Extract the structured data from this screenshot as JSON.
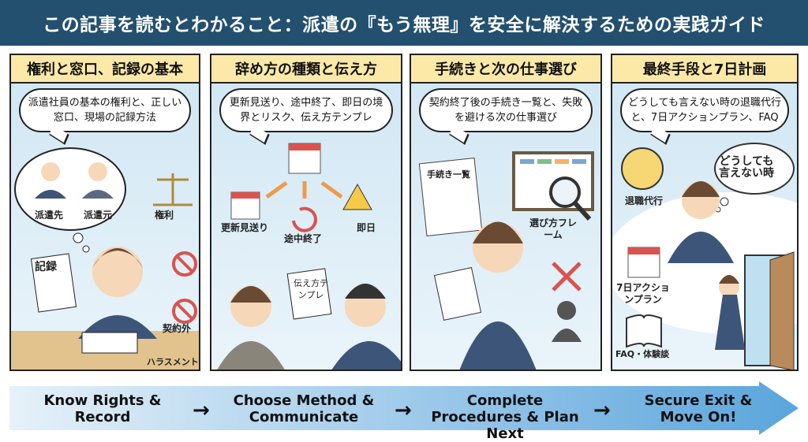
{
  "header": {
    "title": "この記事を読むとわかること：派遣の『もう無理』を安全に解決するための実践ガイド"
  },
  "panels": [
    {
      "title": "権利と窓口、記録の基本",
      "bubble": "派遣社員の基本の権利と、正しい窓口、現場の記録方法",
      "labels": {
        "client": "派遣先",
        "agency": "派遣元",
        "rights": "権利",
        "record": "記録",
        "out_of_contract": "契約外",
        "harassment": "ハラスメント"
      }
    },
    {
      "title": "辞め方の種類と伝え方",
      "bubble": "更新見送り、途中終了、即日の境界とリスク、伝え方テンプレ",
      "labels": {
        "non_renewal": "更新見送り",
        "midway": "途中終了",
        "same_day": "即日",
        "template": "伝え方テンプレ"
      }
    },
    {
      "title": "手続きと次の仕事選び",
      "bubble": "契約終了後の手続き一覧と、失敗を避ける次の仕事選び",
      "labels": {
        "checklist": "手続き一覧",
        "framework": "選び方フレーム"
      }
    },
    {
      "title": "最終手段と7日計画",
      "bubble": "どうしても言えない時の退職代行と、7日アクションプラン、FAQ",
      "labels": {
        "agent": "退職代行",
        "thought": "どうしても言えない時",
        "plan": "7日アクションプラン",
        "faq": "FAQ・体験談"
      }
    }
  ],
  "steps": [
    "Know Rights & Record",
    "Choose Method & Communicate",
    "Complete Procedures & Plan Next",
    "Secure Exit & Move On!"
  ],
  "arrow_glyph": "→",
  "colors": {
    "header": "#24506f",
    "title_band": "#fce9a8",
    "suit": "#3d5578",
    "orange_arrow": "#ef9a4a",
    "red": "#d9534f",
    "warn": "#f7c948"
  }
}
